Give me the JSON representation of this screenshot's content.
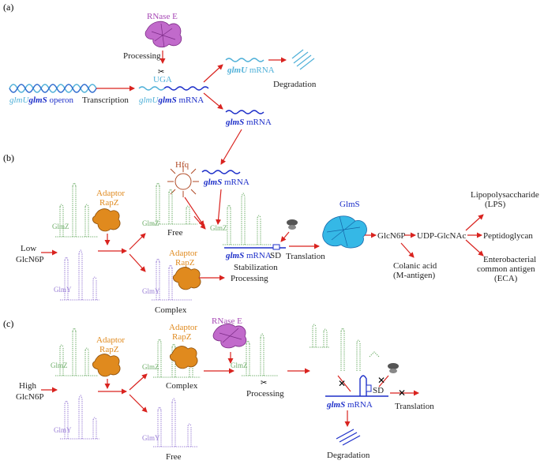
{
  "panels": {
    "a": "(a)",
    "b": "(b)",
    "c": "(c)"
  },
  "panel_a": {
    "rnase_e": "RNase E",
    "processing": "Processing",
    "uga": "UGA",
    "operon_prefix": "glmU",
    "operon_gene": "glmS",
    "operon_suffix": " operon",
    "transcription": "Transcription",
    "mrna_prefix": "glmU",
    "mrna_gene": "glmS",
    "mrna_suffix": " mRNA",
    "glmu_gene": "glmU",
    "glmu_suffix": " mRNA",
    "degradation": "Degradation",
    "glms_gene": "glmS",
    "glms_suffix": " mRNA"
  },
  "panel_b": {
    "hfq": "Hfq",
    "glms_gene": "glmS",
    "glms_suffix": " mRNA",
    "adaptor": "Adaptor",
    "rapz": "RapZ",
    "adaptor2": "Adaptor",
    "rapz2": "RapZ",
    "low1": "Low",
    "low2": "GlcN6P",
    "glmz": "GlmZ",
    "glmy": "GlmY",
    "free": "Free",
    "complex": "Complex",
    "processing": "Processing",
    "glmz2": "GlmZ",
    "glmy2": "GlmY",
    "glmz3": "GlmZ",
    "glms_mrna_gene": "glmS",
    "glms_mrna_suffix": " mRNA",
    "sd": "SD",
    "stabilization": "Stabilization",
    "translation": "Translation",
    "glms_protein": "GlmS",
    "glcn6p": "GlcN6P",
    "udp": "UDP-GlcNAc",
    "lps1": "Lipopolysaccharide",
    "lps2": "(LPS)",
    "pg": "Peptidoglycan",
    "eca1": "Enterobacterial",
    "eca2": "common antigen",
    "eca3": "(ECA)",
    "colanic1": "Colanic acid",
    "colanic2": "(M-antigen)"
  },
  "panel_c": {
    "adaptor": "Adaptor",
    "rapz": "RapZ",
    "adaptor2": "Adaptor",
    "rapz2": "RapZ",
    "rnase_e": "RNase E",
    "high1": "High",
    "high2": "GlcN6P",
    "glmz": "GlmZ",
    "glmy": "GlmY",
    "glmz2": "GlmZ",
    "glmy2": "GlmY",
    "glmz3": "GlmZ",
    "complex": "Complex",
    "free": "Free",
    "processing": "Processing",
    "glms_gene": "glmS",
    "glms_suffix": " mRNA",
    "sd": "SD",
    "translation": "Translation",
    "degradation": "Degradation"
  },
  "colors": {
    "arrow": "#d9231f",
    "rnase": "#a646b5",
    "adaptor": "#e08a1e",
    "glmz": "#6fae6a",
    "glmy": "#9a7fd6",
    "glmu": "#4fb0d8",
    "glms": "#1d2fc9",
    "hfq": "#b04a26",
    "glms_protein": "#1fa6d6"
  }
}
